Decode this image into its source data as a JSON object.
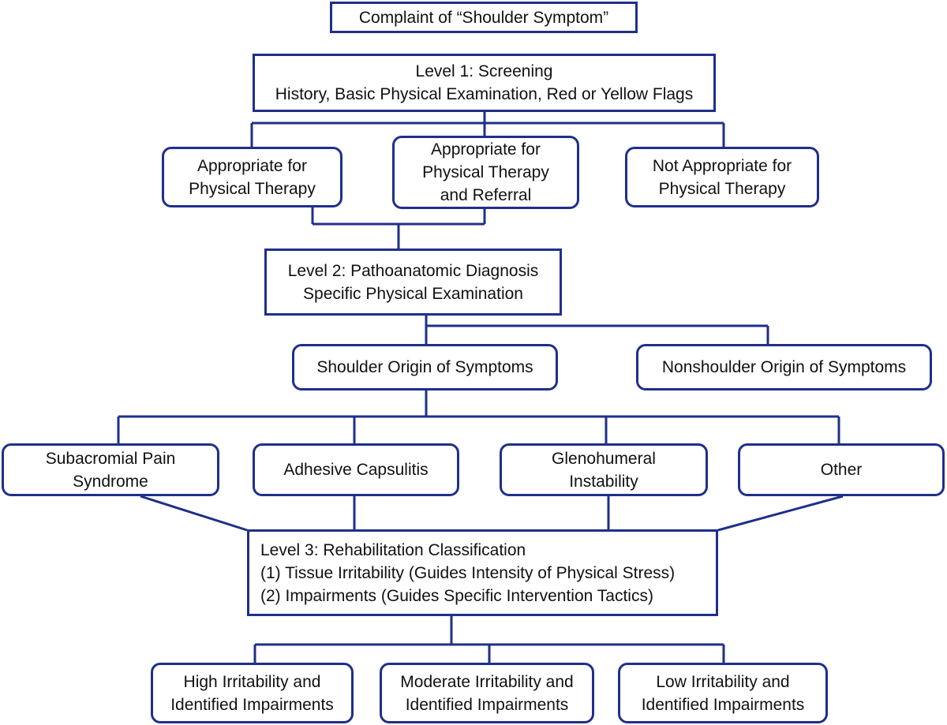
{
  "colors": {
    "border": "#1f2f8a",
    "connector": "#1f2f8a",
    "text": "#111111",
    "background": "#ffffff"
  },
  "complaint": "Complaint of “Shoulder Symptom”",
  "level1": {
    "title": "Level 1: Screening",
    "subtitle": "History, Basic Physical Examination, Red or Yellow Flags"
  },
  "screening_outcomes": {
    "pt": [
      "Appropriate for",
      "Physical Therapy"
    ],
    "pt_referral": [
      "Appropriate for",
      "Physical Therapy",
      "and Referral"
    ],
    "not_pt": [
      "Not Appropriate for",
      "Physical Therapy"
    ]
  },
  "level2": {
    "title": "Level 2: Pathoanatomic Diagnosis",
    "subtitle": "Specific Physical Examination"
  },
  "origin": {
    "shoulder": "Shoulder Origin of Symptoms",
    "nonshoulder": "Nonshoulder Origin of Symptoms"
  },
  "diagnoses": {
    "subacromial": [
      "Subacromial Pain",
      "Syndrome"
    ],
    "adhesive": "Adhesive Capsulitis",
    "glenohumeral": [
      "Glenohumeral",
      "Instability"
    ],
    "other": "Other"
  },
  "level3": {
    "title": "Level 3: Rehabilitation Classification",
    "line1": "(1) Tissue Irritability (Guides Intensity of Physical Stress)",
    "line2": "(2) Impairments (Guides Specific Intervention Tactics)"
  },
  "irritability": {
    "high": [
      "High Irritability and",
      "Identified Impairments"
    ],
    "moderate": [
      "Moderate Irritability and",
      "Identified Impairments"
    ],
    "low": [
      "Low Irritability and",
      "Identified Impairments"
    ]
  }
}
